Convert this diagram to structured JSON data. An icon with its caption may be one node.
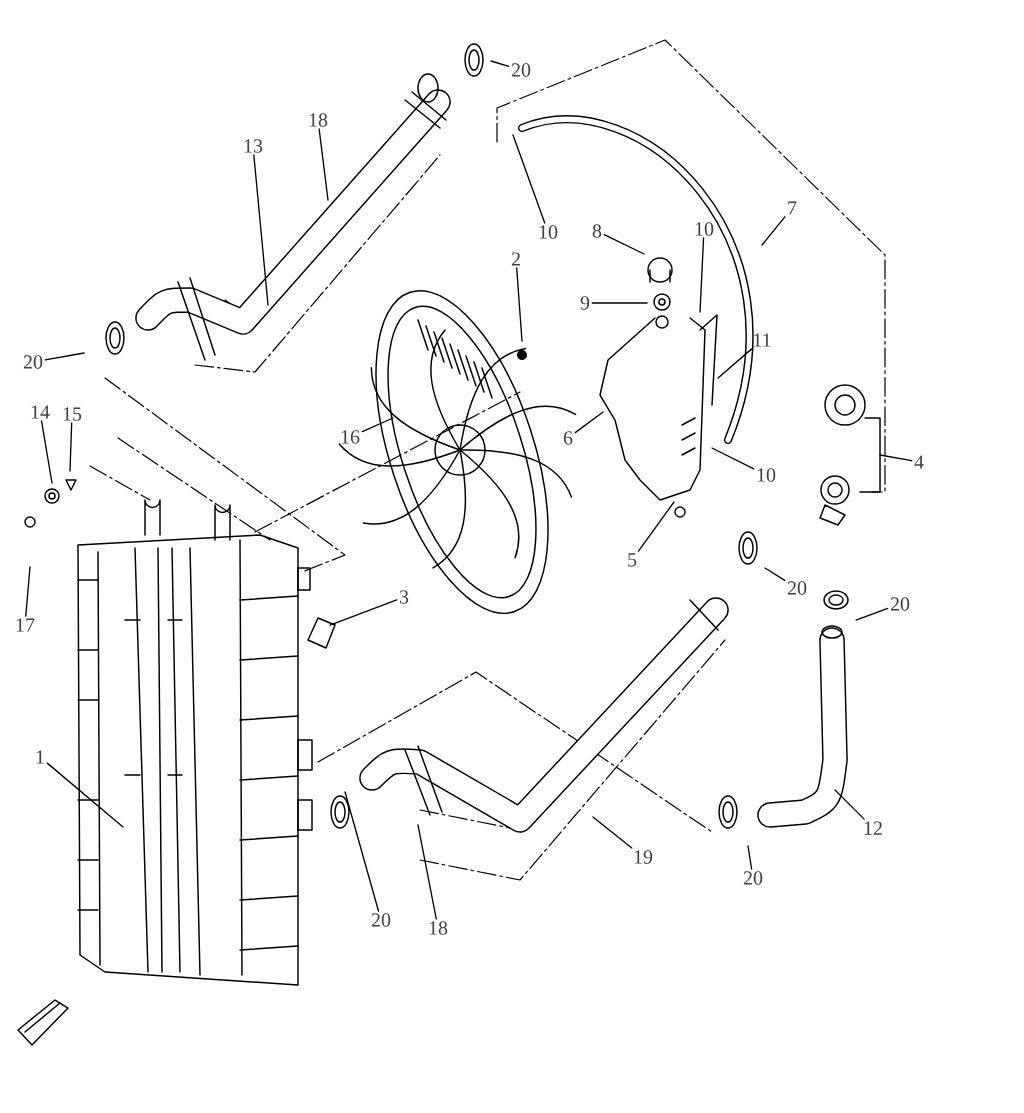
{
  "diagram": {
    "nodes": [
      {
        "text": [
          "20"
        ]
      },
      {
        "text": [
          "18"
        ]
      },
      {
        "text": [
          "13"
        ]
      },
      {
        "text": [
          "10"
        ]
      },
      {
        "text": [
          "8"
        ]
      },
      {
        "text": [
          "10"
        ]
      },
      {
        "text": [
          "7"
        ]
      },
      {
        "text": [
          "2"
        ]
      },
      {
        "text": [
          "9"
        ]
      },
      {
        "text": [
          "11"
        ]
      },
      {
        "text": [
          "20"
        ]
      },
      {
        "text": [
          "14"
        ]
      },
      {
        "text": [
          "15"
        ]
      },
      {
        "text": [
          "16"
        ]
      },
      {
        "text": [
          "6"
        ]
      },
      {
        "text": [
          "10"
        ]
      },
      {
        "text": [
          "4"
        ]
      },
      {
        "text": [
          "17"
        ]
      },
      {
        "text": [
          "5"
        ]
      },
      {
        "text": [
          "20"
        ]
      },
      {
        "text": [
          "20"
        ]
      },
      {
        "text": [
          "3"
        ]
      },
      {
        "text": [
          "1"
        ]
      },
      {
        "text": [
          "12"
        ]
      },
      {
        "text": [
          "19"
        ]
      },
      {
        "text": [
          "20"
        ]
      },
      {
        "text": [
          "20"
        ]
      },
      {
        "text": [
          "18"
        ]
      }
    ],
    "edges": [
      {
        "from": 0,
        "to": null,
        "arrow": "none"
      },
      {
        "from": 1,
        "to": null,
        "arrow": "none"
      },
      {
        "from": 2,
        "to": null,
        "arrow": "none"
      },
      {
        "from": 3,
        "to": null,
        "arrow": "none"
      },
      {
        "from": 4,
        "to": null,
        "arrow": "none"
      },
      {
        "from": 5,
        "to": null,
        "arrow": "none"
      },
      {
        "from": 6,
        "to": null,
        "arrow": "none"
      },
      {
        "from": 7,
        "to": null,
        "arrow": "none"
      },
      {
        "from": 8,
        "to": null,
        "arrow": "none"
      },
      {
        "from": 9,
        "to": null,
        "arrow": "none"
      },
      {
        "from": 10,
        "to": null,
        "arrow": "none"
      },
      {
        "from": 11,
        "to": null,
        "arrow": "none"
      },
      {
        "from": 12,
        "to": null,
        "arrow": "none"
      },
      {
        "from": 13,
        "to": null,
        "arrow": "none"
      },
      {
        "from": 14,
        "to": null,
        "arrow": "none"
      },
      {
        "from": 15,
        "to": null,
        "arrow": "none"
      },
      {
        "from": 16,
        "to": null,
        "arrow": "none"
      },
      {
        "from": 17,
        "to": null,
        "arrow": "none"
      },
      {
        "from": 18,
        "to": null,
        "arrow": "none"
      },
      {
        "from": 19,
        "to": null,
        "arrow": "none"
      },
      {
        "from": 20,
        "to": null,
        "arrow": "none"
      },
      {
        "from": 21,
        "to": null,
        "arrow": "none"
      },
      {
        "from": 22,
        "to": null,
        "arrow": "none"
      },
      {
        "from": 23,
        "to": null,
        "arrow": "none"
      },
      {
        "from": 24,
        "to": null,
        "arrow": "none"
      },
      {
        "from": 25,
        "to": null,
        "arrow": "none"
      },
      {
        "from": 26,
        "to": null,
        "arrow": "none"
      },
      {
        "from": 27,
        "to": null,
        "arrow": "none"
      }
    ]
  }
}
